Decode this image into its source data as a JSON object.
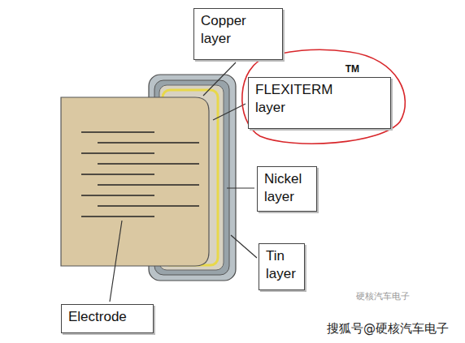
{
  "diagram": {
    "nodes": [
      {
        "text": [
          "Copper layer"
        ]
      },
      {
        "text": [
          "FLEXITERM layer",
          "TM"
        ]
      },
      {
        "text": [
          "Nickel layer"
        ]
      },
      {
        "text": [
          "Tin layer"
        ]
      },
      {
        "text": [
          "Electrode"
        ]
      }
    ],
    "labels": [
      "硬核汽车电子",
      "搜狐号@硬核汽车电子"
    ]
  }
}
